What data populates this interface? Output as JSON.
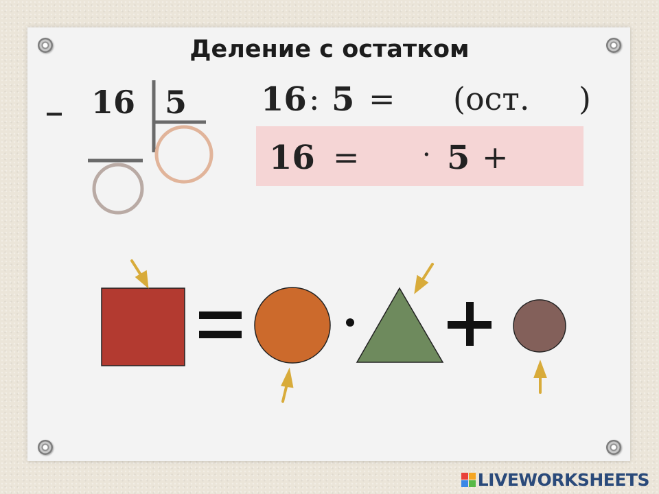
{
  "title": "Деление с остатком",
  "column_division": {
    "minus": "_",
    "dividend": "16",
    "divisor": "5"
  },
  "equation": {
    "dividend": "16",
    "colon": ":",
    "divisor": "5",
    "equals": "=",
    "remainder_open": "(ост.",
    "remainder_close": ")"
  },
  "check_equation": {
    "dividend": "16",
    "equals": "=",
    "dot": "·",
    "divisor": "5",
    "plus": "+"
  },
  "shapes_formula": {
    "equals": "=",
    "dot": "·",
    "plus": "+",
    "colors": {
      "square": "#b33a30",
      "orange_circle": "#cc6a2c",
      "triangle": "#6e8a5d",
      "brown_circle": "#83605a",
      "arrow": "#d8ab3a"
    }
  },
  "input_circles": {
    "quotient_color": "#e1b49a",
    "remainder_color": "#b9aaa4"
  },
  "watermark": {
    "text": "LIVEWORKSHEETS"
  }
}
